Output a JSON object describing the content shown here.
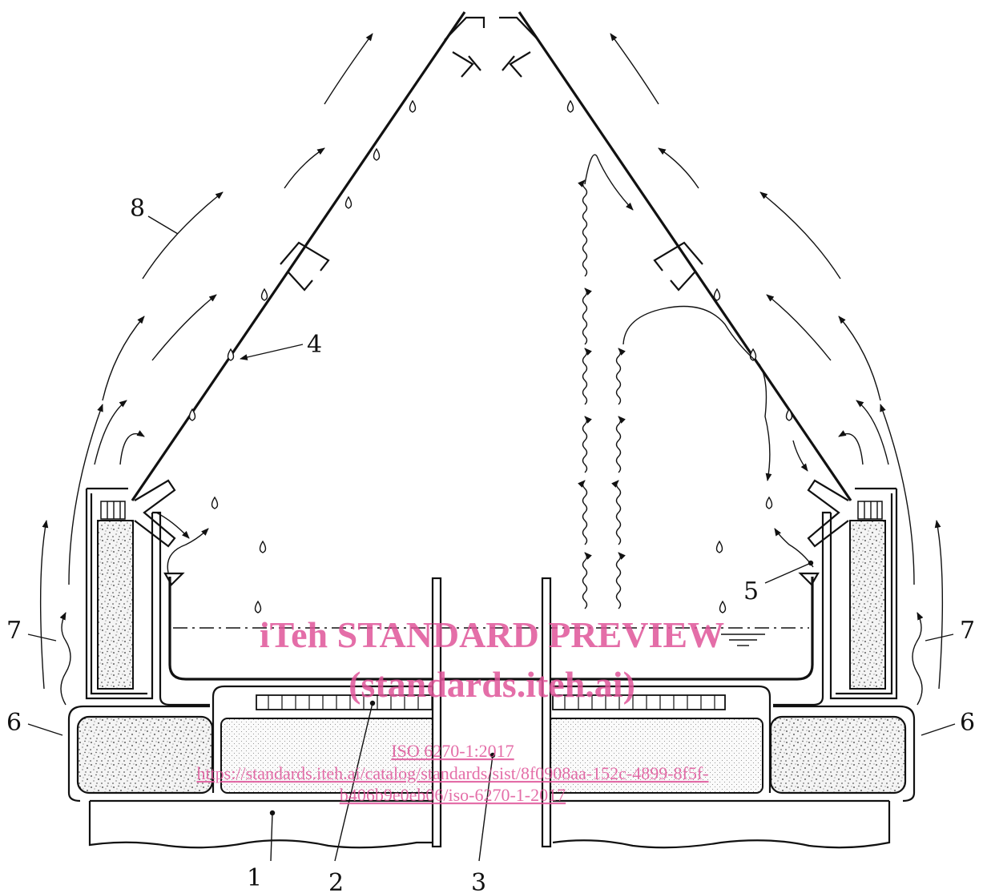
{
  "callouts": {
    "c1": "1",
    "c2": "2",
    "c3": "3",
    "c4": "4",
    "c5": "5",
    "c6_left": "6",
    "c6_right": "6",
    "c7_left": "7",
    "c7_right": "7",
    "c8": "8"
  },
  "watermark": {
    "title": "iTeh STANDARD PREVIEW",
    "site": "(standards.iteh.ai)",
    "standard": "ISO 6270-1:2017",
    "url_line1": "https://standards.iteh.ai/catalog/standards/sist/8f0908aa-152c-4899-8f5f-",
    "url_line2": "b406b9e0eb06/iso-6270-1-2017"
  },
  "colors": {
    "line": "#111111",
    "watermark": "#e0559a",
    "insulation_fill": "#eeeeee"
  }
}
